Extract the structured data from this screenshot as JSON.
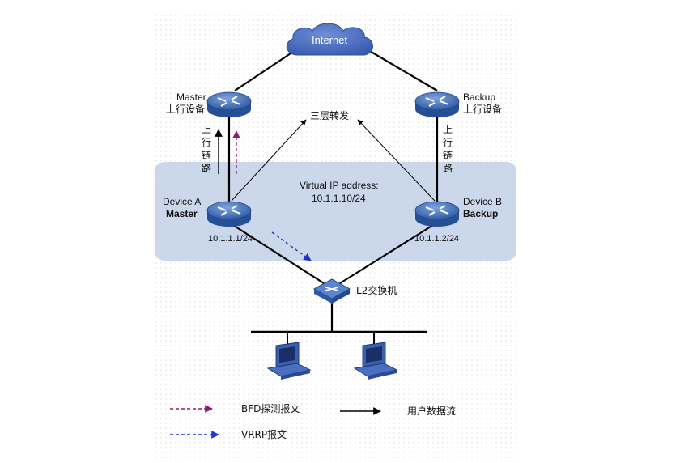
{
  "nodes": {
    "internet": "Internet",
    "master_upstream": {
      "role": "Master",
      "desc": "上行设备"
    },
    "backup_upstream": {
      "role": "Backup",
      "desc": "上行设备"
    },
    "device_a": {
      "name": "Device A",
      "role": "Master",
      "ip": "10.1.1.1/24"
    },
    "device_b": {
      "name": "Device B",
      "role": "Backup",
      "ip": "10.1.1.2/24"
    },
    "l2_switch": "L2交换机"
  },
  "labels": {
    "l3_forward": "三层转发",
    "uplink_left": "上行链路",
    "uplink_right": "上行链路",
    "virtual_ip_title": "Virtual IP address:",
    "virtual_ip_value": "10.1.1.10/24"
  },
  "legend": {
    "bfd": "BFD探测报文",
    "vrrp": "VRRP报文",
    "user_flow": "用户数据流"
  },
  "colors": {
    "router_fill": "#3f6fb6",
    "cloud_fill": "#4a6fc0",
    "vrrp_zone": "#c5d3e8",
    "bfd_arrow": "#8b1a7a",
    "vrrp_arrow": "#2233cc",
    "line": "#000000"
  }
}
